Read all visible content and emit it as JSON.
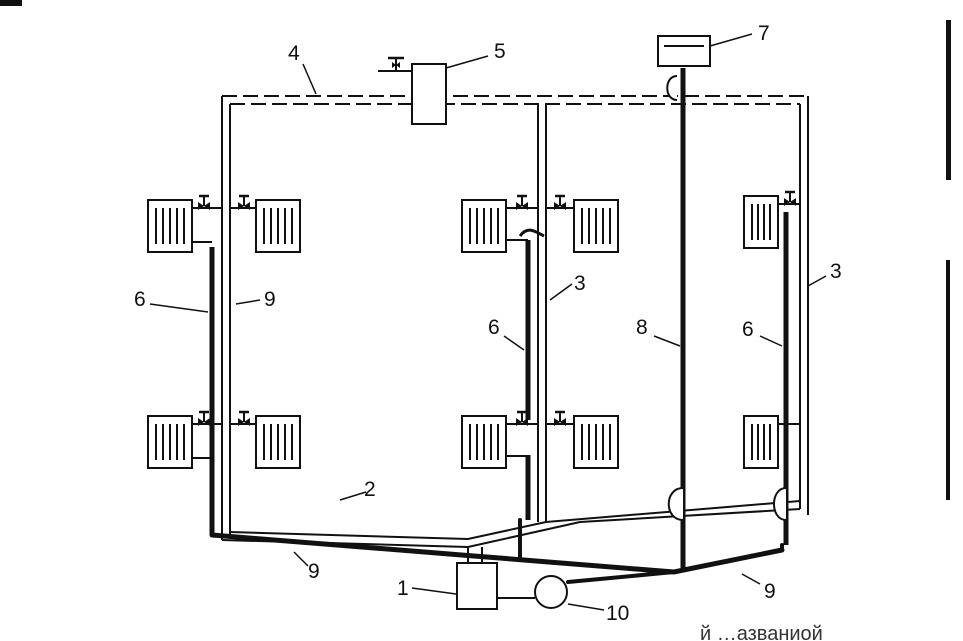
{
  "diagram": {
    "labels": {
      "boiler": "1",
      "supply_main": "2",
      "supply_riser_center": "3",
      "supply_riser_right": "3",
      "top_distribution": "4",
      "air_collector": "5",
      "riser_left_return": "6",
      "riser_center_return": "6",
      "riser_right_return": "6",
      "expansion_tank": "7",
      "expansion_pipe": "8",
      "supply_riser_left": "9",
      "return_main_left": "9",
      "return_main_right": "9",
      "pump": "10"
    },
    "bottom_caption": "й …азваниой"
  },
  "colors": {
    "line": "#111111",
    "background": "#ffffff"
  }
}
